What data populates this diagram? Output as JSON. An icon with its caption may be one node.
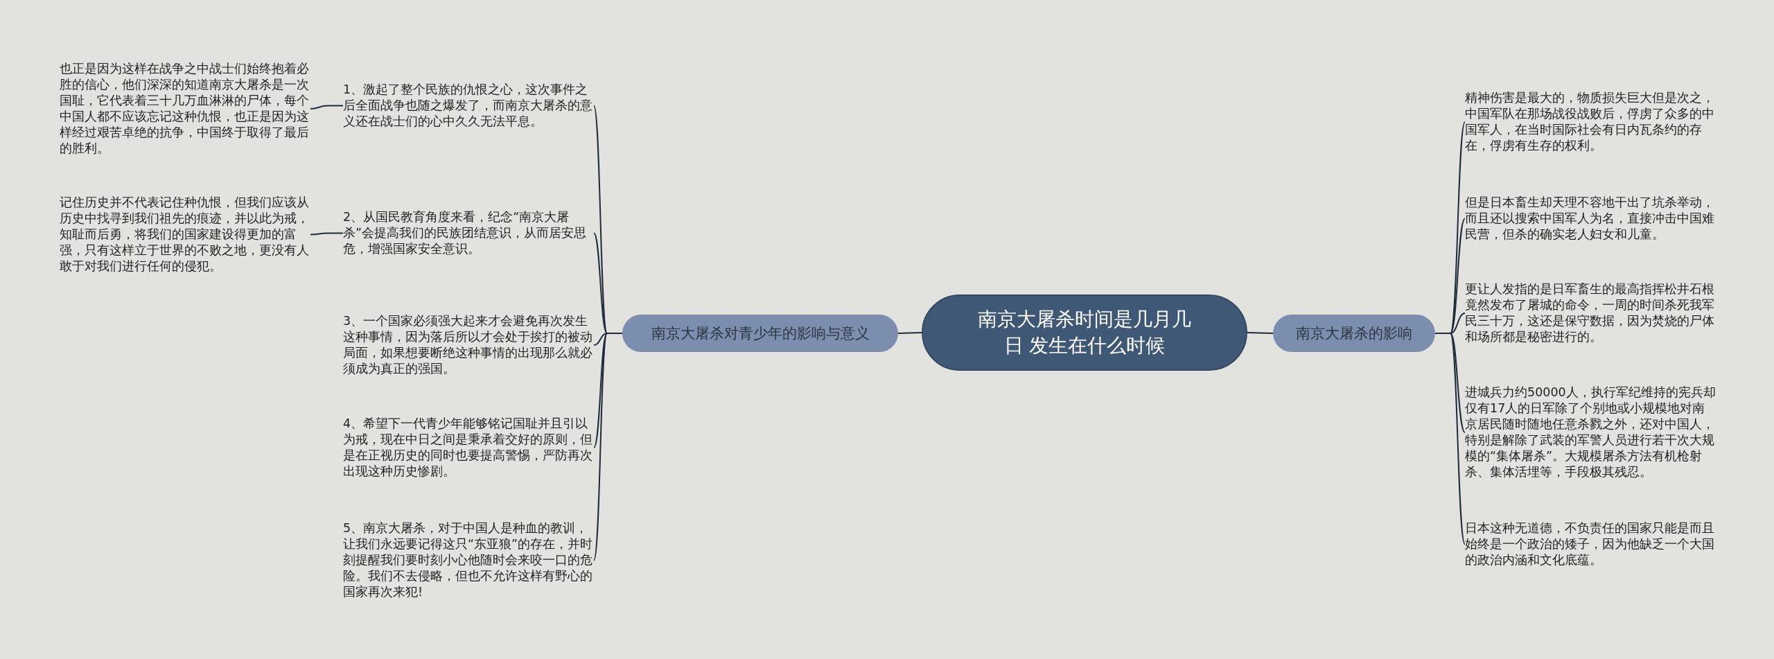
{
  "diagram": {
    "nodes": [
      {
        "text": [
          "南京大屠杀时间是几月几日 发生在什么时候"
        ]
      },
      {
        "text": [
          "南京大屠杀对青少年的影响与意义"
        ]
      },
      {
        "text": [
          "1、激起了整个民族的仇恨之心，这次事件之后全面战争也随之爆发了，而南京大屠杀的意义还在战士们的心中久久无法平息。"
        ]
      },
      {
        "text": [
          "2、从国民教育角度来看，纪念“南京大屠杀”会提高我们的民族团结意识，从而居安思危，增强国家安全意识。"
        ]
      },
      {
        "text": [
          "3、一个国家必须强大起来才会避免再次发生这种事情，因为落后所以才会处于挨打的被动局面，如果想要断绝这种事情的出现那么就必须成为真正的强国。"
        ]
      },
      {
        "text": [
          "4、希望下一代青少年能够铭记国耻并且引以为戒，现在中日之间是秉承着交好的原则，但是在正视历史的同时也要提高警惕，严防再次出现这种历史惨剧。"
        ]
      },
      {
        "text": [
          "5、南京大屠杀，对于中国人是种血的教训，让我们永远要记得这只“东亚狼”的存在，并时刻提醒我们要时刻小心他随时会来咬一口的危险。我们不去侵略，但也不允许这样有野心的国家再次来犯!"
        ]
      },
      {
        "text": [
          "也正是因为这样在战争之中战士们始终抱着必胜的信心，他们深深的知道南京大屠杀是一次国耻，它代表着三十几万血淋淋的尸体，每个中国人都不应该忘记这种仇恨，也正是因为这样经过艰苦卓绝的抗争，中国终于取得了最后的胜利。"
        ]
      },
      {
        "text": [
          "记住历史并不代表记住种仇恨，但我们应该从历史中找寻到我们祖先的痕迹，并以此为戒，知耻而后勇，将我们的国家建设得更加的富强，只有这样立于世界的不败之地，更没有人敢于对我们进行任何的侵犯。"
        ]
      },
      {
        "text": [
          "南京大屠杀的影响"
        ]
      },
      {
        "text": [
          "精神伤害是最大的，物质损失巨大但是次之，中国军队在那场战役战败后，俘虏了众多的中国军人，在当时国际社会有日内瓦条约的存在，俘虏有生存的权利。"
        ]
      },
      {
        "text": [
          "但是日本畜生却天理不容地干出了坑杀举动，而且还以搜索中国军人为名，直接冲击中国难民营，但杀的确实老人妇女和儿童。"
        ]
      },
      {
        "text": [
          "更让人发指的是日军畜生的最高指挥松井石根竟然发布了屠城的命令，一周的时间杀死我军民三十万，这还是保守数据，因为焚烧的尸体和场所都是秘密进行的。"
        ]
      },
      {
        "text": [
          "进城兵力约50000人，执行军纪维持的宪兵却仅有17人的日军除了个别地或小规模地对南京居民随时随地任意杀戮之外，还对中国人，特别是解除了武装的军警人员进行若干次大规模的“集体屠杀”。大规模屠杀方法有机枪射杀、集体活埋等，手段极其残忍。"
        ]
      },
      {
        "text": [
          "日本这种无道德，不负责任的国家只能是而且始终是一个政治的矮子，因为他缺乏一个大国的政治内涵和文化底蕴。"
        ]
      }
    ],
    "edges": [
      {
        "from": 0,
        "to": 1,
        "arrow": "none"
      },
      {
        "from": 1,
        "to": 2,
        "arrow": "none"
      },
      {
        "from": 1,
        "to": 3,
        "arrow": "none"
      },
      {
        "from": 1,
        "to": 4,
        "arrow": "none"
      },
      {
        "from": 1,
        "to": 5,
        "arrow": "none"
      },
      {
        "from": 1,
        "to": 6,
        "arrow": "none"
      },
      {
        "from": 2,
        "to": 7,
        "arrow": "none"
      },
      {
        "from": 3,
        "to": 8,
        "arrow": "none"
      },
      {
        "from": 0,
        "to": 9,
        "arrow": "none"
      },
      {
        "from": 9,
        "to": 10,
        "arrow": "none"
      },
      {
        "from": 9,
        "to": 11,
        "arrow": "none"
      },
      {
        "from": 9,
        "to": 12,
        "arrow": "none"
      },
      {
        "from": 9,
        "to": 13,
        "arrow": "none"
      },
      {
        "from": 9,
        "to": 14,
        "arrow": "none"
      }
    ]
  }
}
